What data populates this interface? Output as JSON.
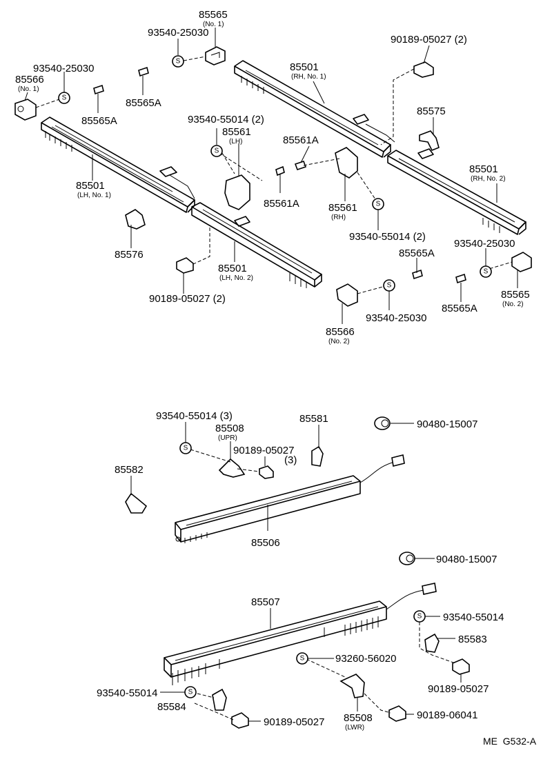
{
  "footer_code": "ME  G532-A",
  "washer_symbol": "S",
  "labels": {
    "l85565_no1": "85565",
    "l85565_no1_sub": "(No. 1)",
    "l93540_25030_top": "93540-25030",
    "l90189_05027_topright": "90189-05027  (2)",
    "l93540_25030_left": "93540-25030",
    "l85566_no1": "85566",
    "l85566_no1_sub": "(No. 1)",
    "l85501_rh1": "85501",
    "l85501_rh1_sub": "(RH, No. 1)",
    "l85565A_a": "85565A",
    "l85565A_b": "85565A",
    "l85575": "85575",
    "l93540_55014_2_left": "93540-55014 (2)",
    "l85561_lh": "85561",
    "l85561_lh_sub": "(LH)",
    "l85561A_top": "85561A",
    "l85501_lh1": "85501",
    "l85501_lh1_sub": "(LH, No. 1)",
    "l85501_rh2": "85501",
    "l85501_rh2_sub": "(RH, No. 2)",
    "l85561A_bottom": "85561A",
    "l85561_rh": "85561",
    "l85561_rh_sub": "(RH)",
    "l85576": "85576",
    "l93540_55014_2_right": "93540-55014  (2)",
    "l93540_25030_right": "93540-25030",
    "l85565A_c": "85565A",
    "l85501_lh2": "85501",
    "l85501_lh2_sub": "(LH, No. 2)",
    "l90189_05027_2_left": "90189-05027  (2)",
    "l85565_no2": "85565",
    "l85565_no2_sub": "(No. 2)",
    "l85565A_d": "85565A",
    "l93540_25030_bottom": "93540-25030",
    "l85566_no2": "85566",
    "l85566_no2_sub": "(No. 2)",
    "l93540_55014_3": "93540-55014  (3)",
    "l85508_upr": "85508",
    "l85508_upr_sub": "(UPR)",
    "l85581": "85581",
    "l90480_15007_top": "90480-15007",
    "l90189_05027_3": "90189-05027",
    "l90189_05027_3_qty": "(3)",
    "l85582": "85582",
    "l85506": "85506",
    "l90480_15007_bottom": "90480-15007",
    "l85507": "85507",
    "l93540_55014_right": "93540-55014",
    "l85583": "85583",
    "l93260_56020": "93260-56020",
    "l90189_05027_r": "90189-05027",
    "l93540_55014_bl": "93540-55014",
    "l85584": "85584",
    "l85508_lwr": "85508",
    "l85508_lwr_sub": "(LWR)",
    "l90189_06041": "90189-06041",
    "l90189_05027_b": "90189-05027"
  }
}
